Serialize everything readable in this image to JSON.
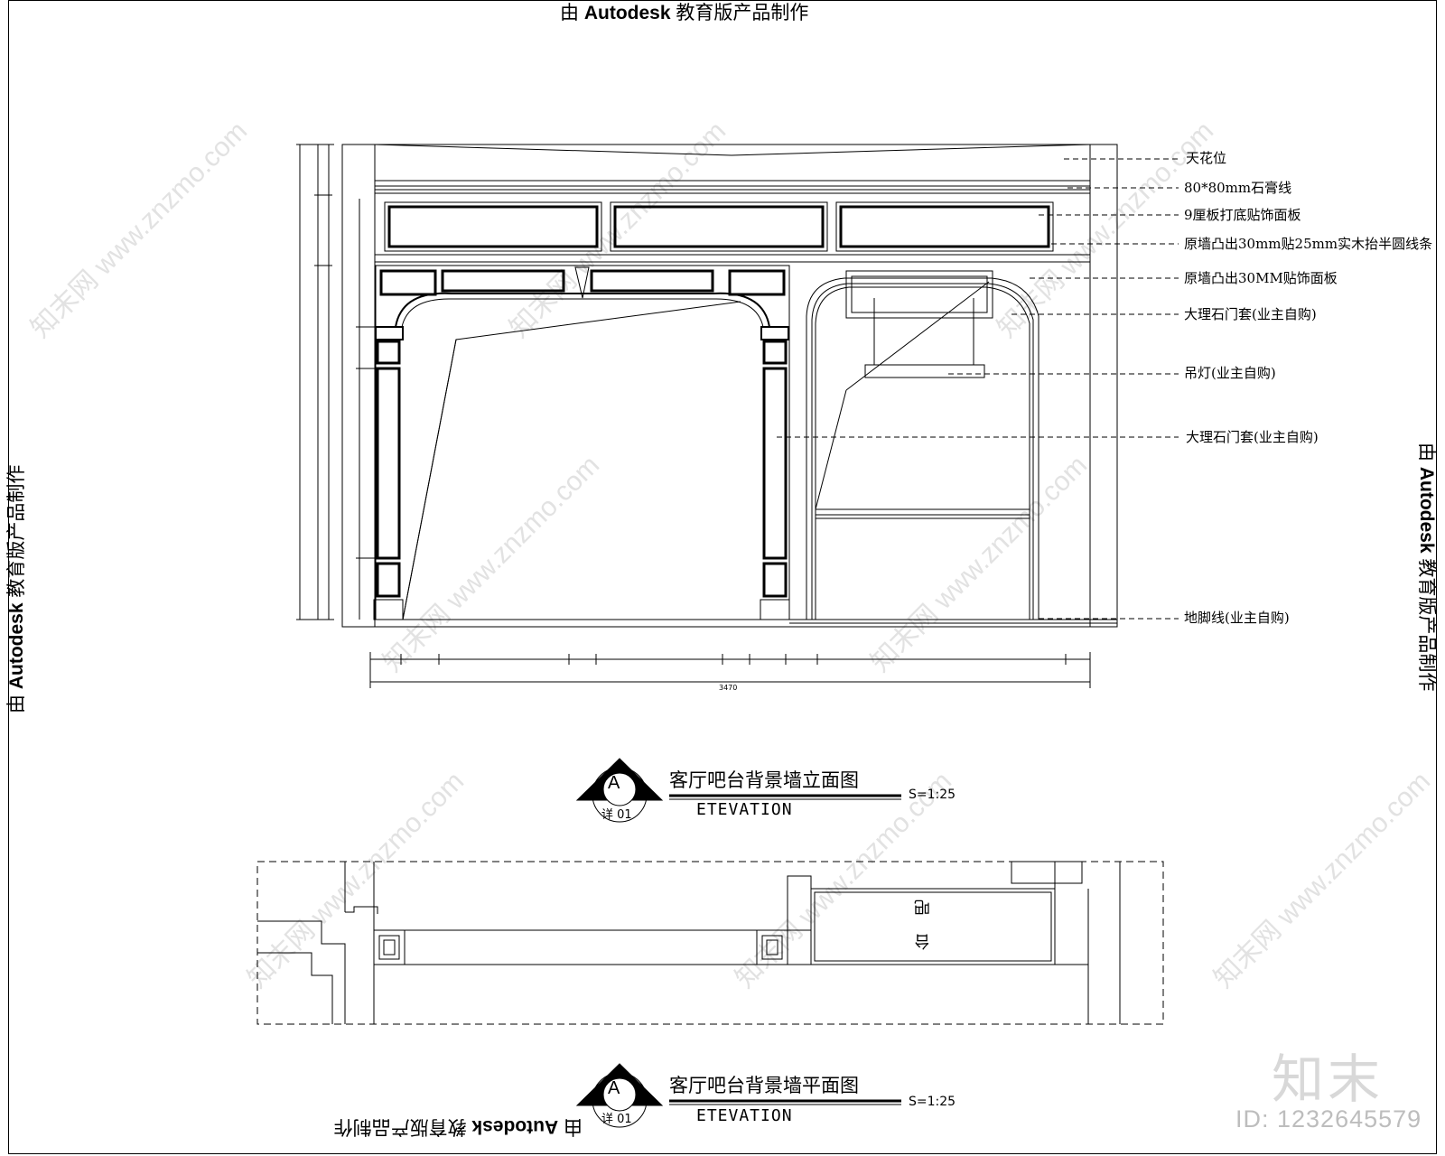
{
  "stamp": {
    "prefix": "由 ",
    "brand": "Autodesk",
    "suffix": " 教育版产品制作"
  },
  "callouts": [
    "天花位",
    "80*80mm石膏线",
    "9厘板打底贴饰面板",
    "原墙凸出30mm贴25mm实木抬半圆线条",
    "原墙凸出30MM贴饰面板",
    "大理石门套(业主自购)",
    "吊灯(业主自购)",
    "大理石门套(业主自购)",
    "地脚线(业主自购)"
  ],
  "elevation": {
    "symbol_letter": "A",
    "symbol_sub": "详 01",
    "title": "客厅吧台背景墙立面图",
    "subtitle": "ETEVATION",
    "scale": "S=1:25",
    "total_dimension": "3470"
  },
  "plan": {
    "symbol_letter": "A",
    "symbol_sub": "详 01",
    "title": "客厅吧台背景墙平面图",
    "subtitle": "ETEVATION",
    "scale": "S=1:25",
    "room_label_1": "吧",
    "room_label_2": "台"
  },
  "watermark": {
    "logo": "知末",
    "id": "ID: 1232645579",
    "site": "www.znzmo.com",
    "brand": "知末网"
  }
}
